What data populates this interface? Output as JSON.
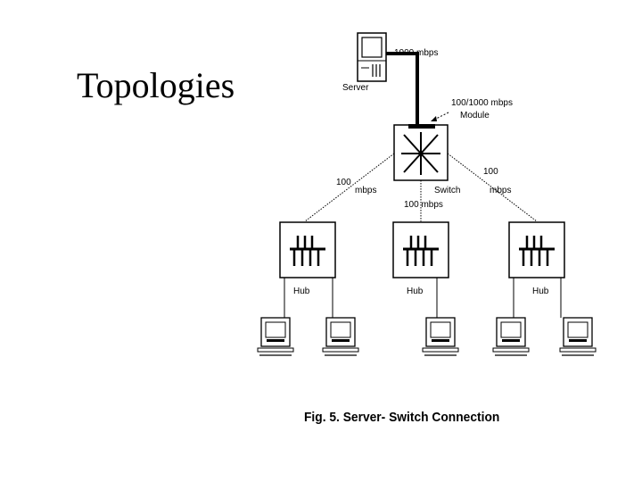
{
  "slide": {
    "title": "Topologies"
  },
  "diagram": {
    "server": {
      "label": "Server",
      "link_speed": "1000 mbps"
    },
    "switch": {
      "label": "Switch",
      "module_label_1": "100/1000 mbps",
      "module_label_2": "Module"
    },
    "links": {
      "left_num": "100",
      "left_unit": "mbps",
      "right_num": "100",
      "right_unit": "mbps",
      "center": "100 mbps"
    },
    "hubs": [
      {
        "label": "Hub"
      },
      {
        "label": "Hub"
      },
      {
        "label": "Hub"
      }
    ],
    "caption": "Fig. 5. Server- Switch Connection"
  }
}
